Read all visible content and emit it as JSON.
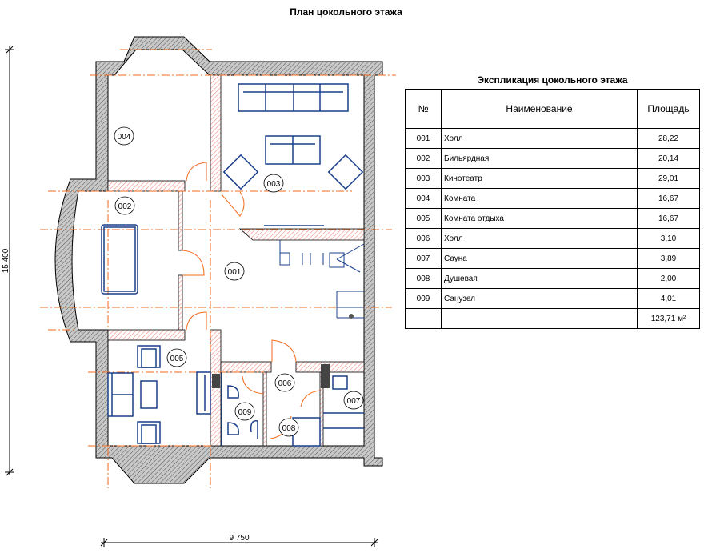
{
  "title": "План цокольного этажа",
  "dimensions": {
    "height": "15 400",
    "width": "9 750"
  },
  "plan": {
    "room_tags": [
      "001",
      "002",
      "003",
      "004",
      "005",
      "006",
      "007",
      "008",
      "009"
    ]
  },
  "explication": {
    "title": "Экспликация цокольного этажа",
    "headers": {
      "number": "№",
      "name": "Наименование",
      "area": "Площадь"
    },
    "rows": [
      {
        "number": "001",
        "name": "Холл",
        "area": "28,22"
      },
      {
        "number": "002",
        "name": "Бильярдная",
        "area": "20,14"
      },
      {
        "number": "003",
        "name": "Кинотеатр",
        "area": "29,01"
      },
      {
        "number": "004",
        "name": "Комната",
        "area": "16,67"
      },
      {
        "number": "005",
        "name": "Комната отдыха",
        "area": "16,67"
      },
      {
        "number": "006",
        "name": "Холл",
        "area": "3,10"
      },
      {
        "number": "007",
        "name": "Сауна",
        "area": "3,89"
      },
      {
        "number": "008",
        "name": "Душевая",
        "area": "2,00"
      },
      {
        "number": "009",
        "name": "Санузел",
        "area": "4,01"
      }
    ],
    "total": "123,71 м²"
  },
  "colors": {
    "wall": "#a0a0a0",
    "partition": "#f4a6a0",
    "axis": "#f26a1b",
    "furniture": "#1a3f8a"
  }
}
